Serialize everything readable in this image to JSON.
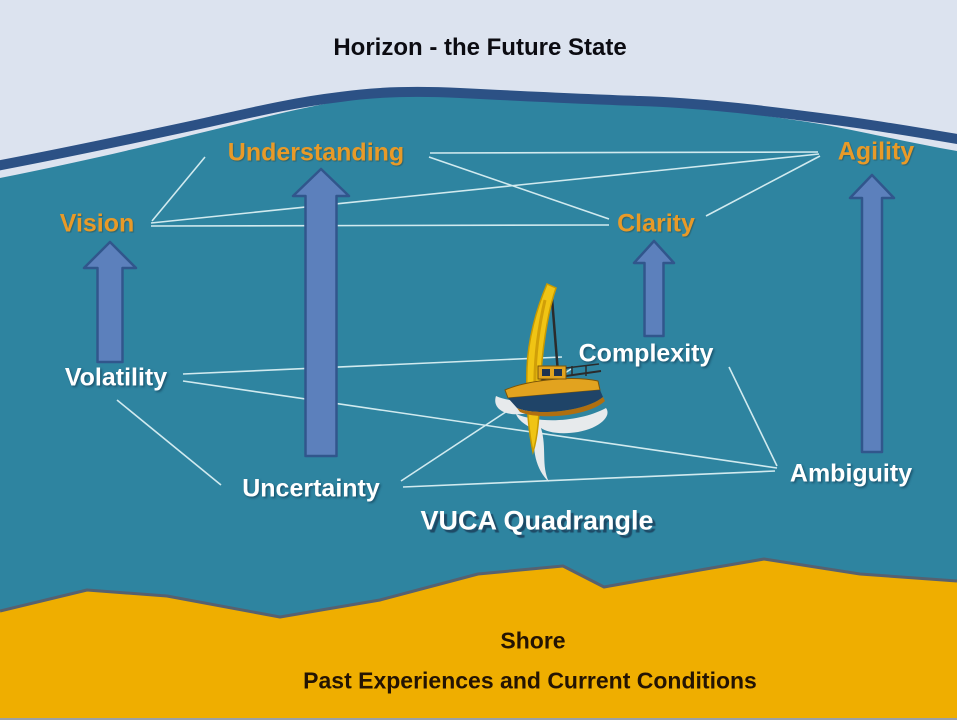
{
  "title": "Horizon - the Future State",
  "future_state": {
    "vision": "Vision",
    "understanding": "Understanding",
    "clarity": "Clarity",
    "agility": "Agility"
  },
  "vuca": {
    "volatility": "Volatility",
    "uncertainty": "Uncertainty",
    "complexity": "Complexity",
    "ambiguity": "Ambiguity"
  },
  "caption": "VUCA Quadrangle",
  "shore": {
    "title": "Shore",
    "subtitle": "Past Experiences and Current Conditions"
  },
  "arrows": [
    {
      "from": "Volatility",
      "to": "Vision"
    },
    {
      "from": "Uncertainty",
      "to": "Understanding"
    },
    {
      "from": "Complexity",
      "to": "Clarity"
    },
    {
      "from": "Ambiguity",
      "to": "Agility"
    }
  ],
  "colors": {
    "sky": "#DCE3EF",
    "sea": "#2E84A0",
    "horizon_band": "#2C5185",
    "shore": "#EFAE00",
    "shore_edge": "#566170",
    "arrow_fill": "#5C80BC",
    "arrow_stroke": "#31568C",
    "line": "#E3F6F8",
    "orange_text": "#E89A28",
    "white_text": "#FFFFFF",
    "sail": "#F0C414",
    "wake": "#E7EAEC"
  }
}
